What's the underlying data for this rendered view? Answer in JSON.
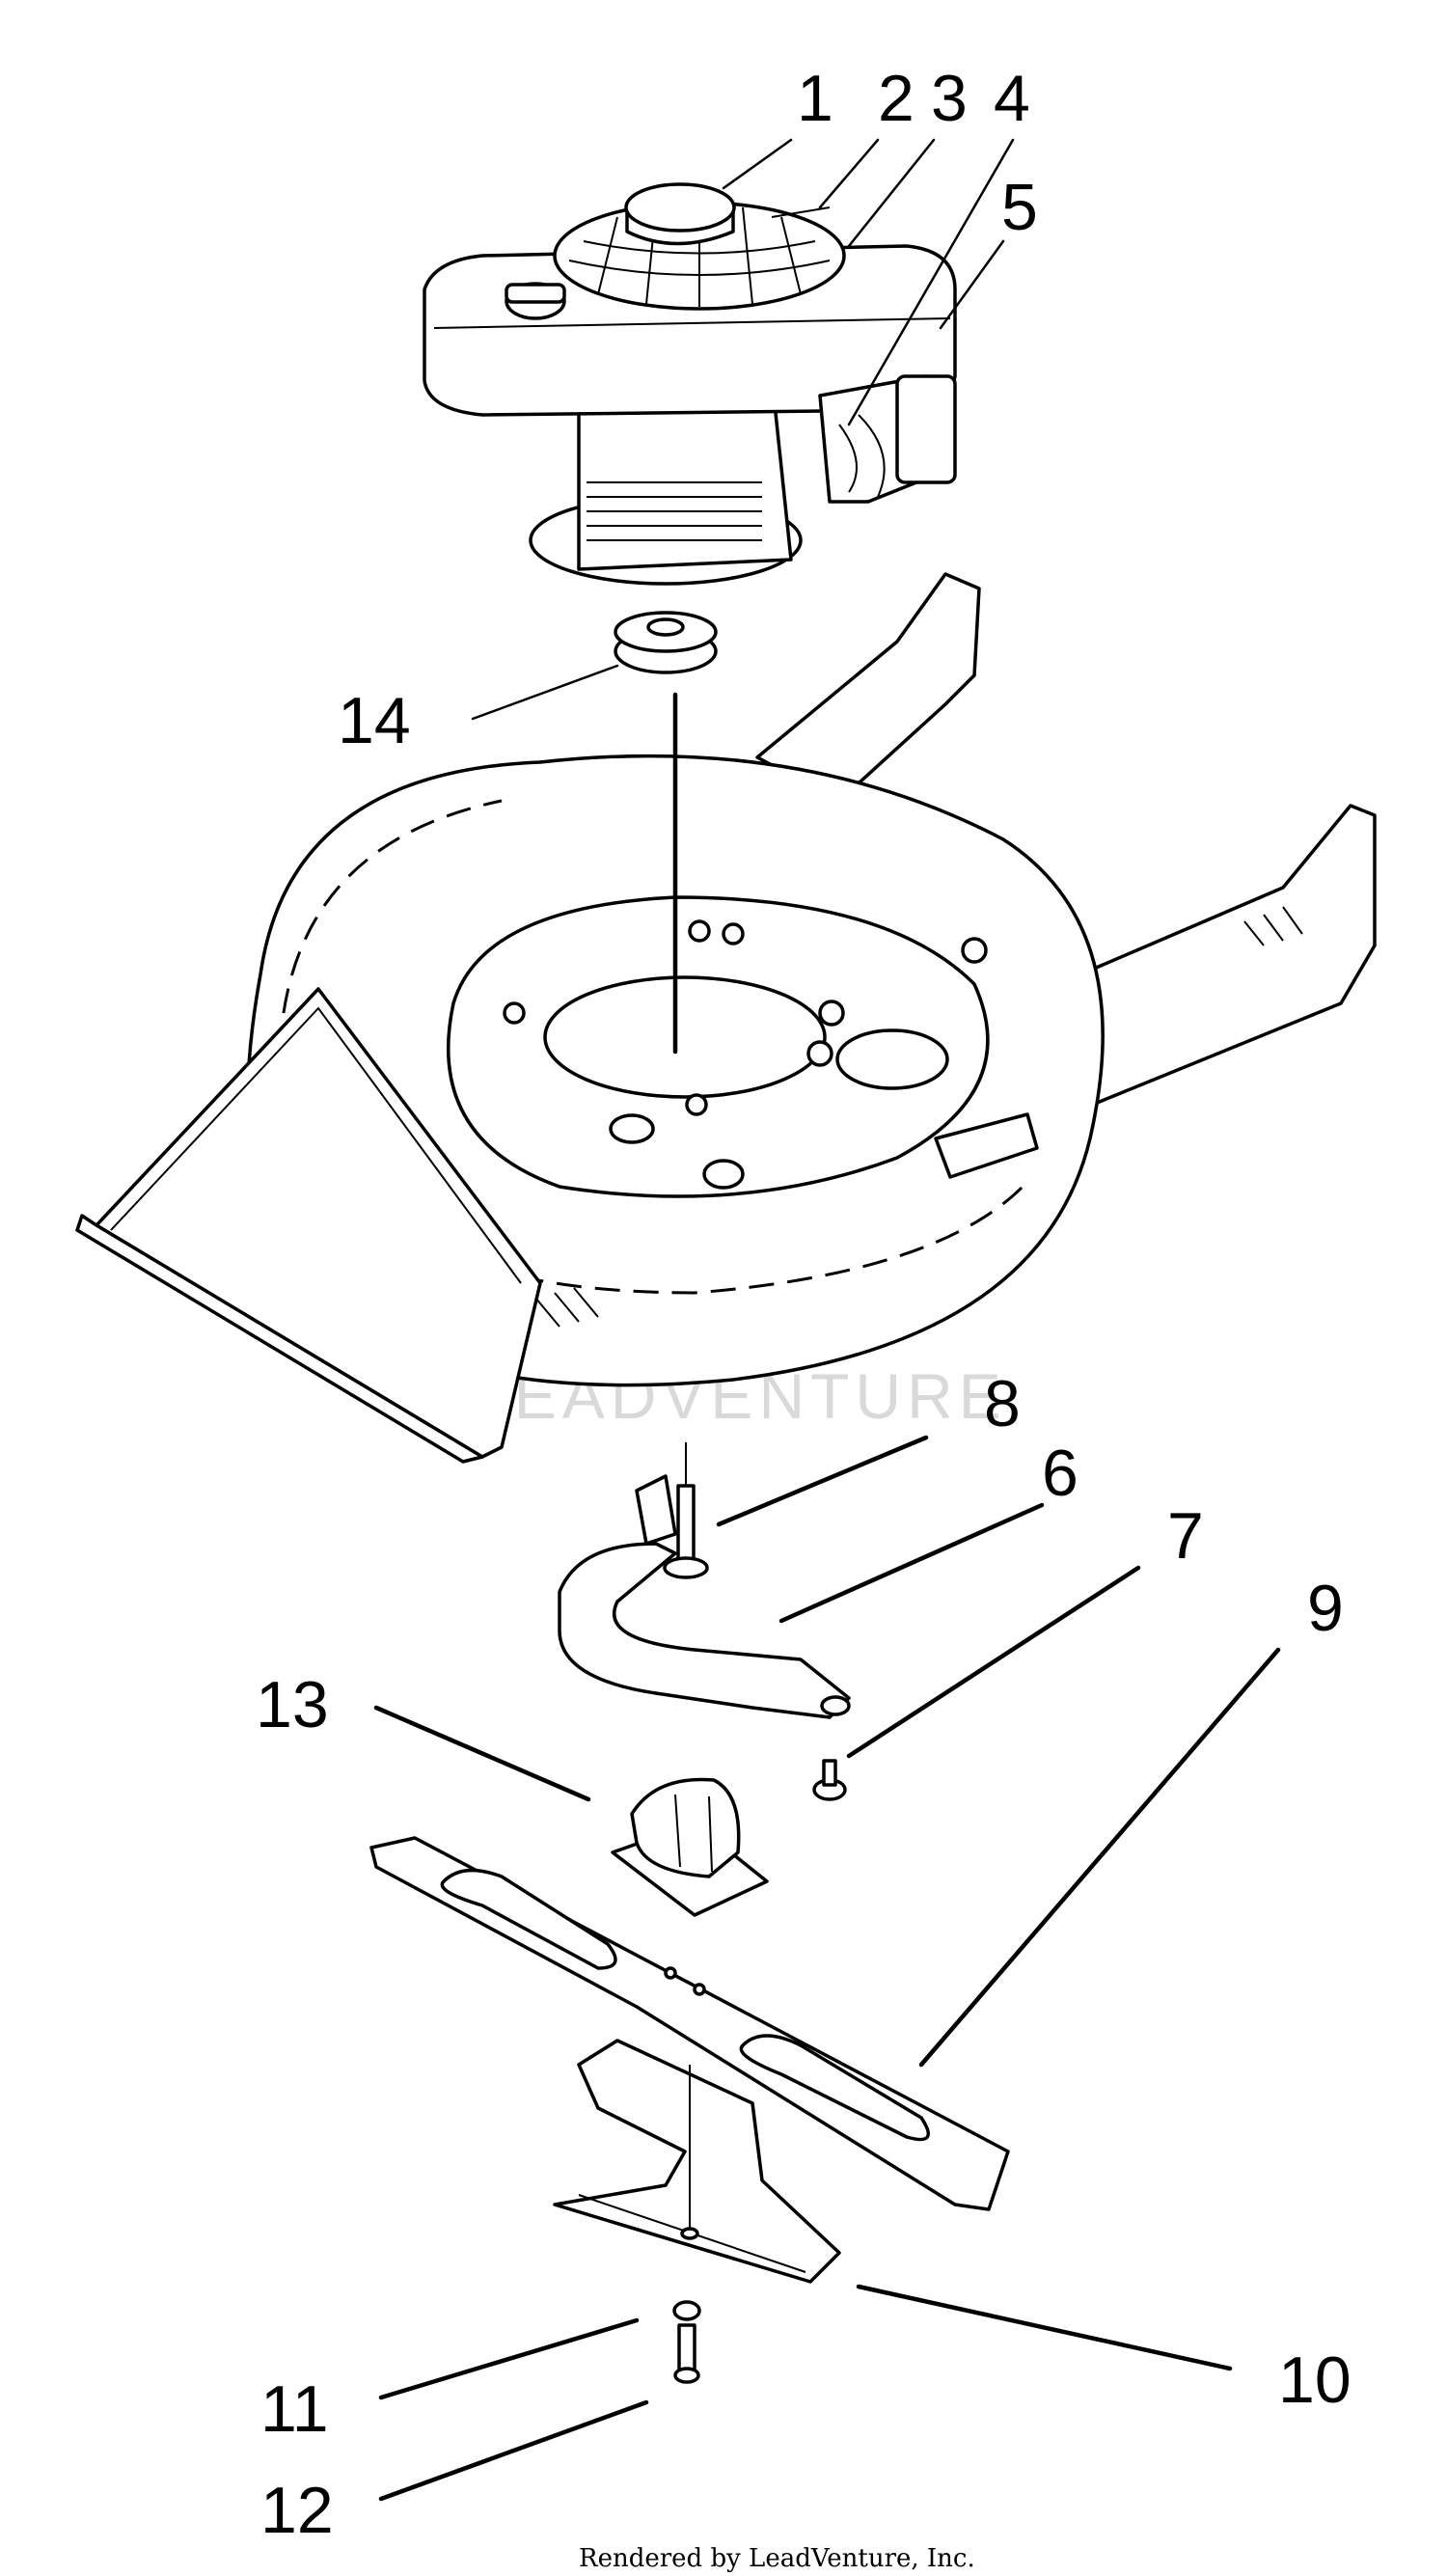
{
  "callouts": {
    "c1": "1",
    "c2": "2",
    "c3": "3",
    "c4": "4",
    "c5": "5",
    "c6": "6",
    "c7": "7",
    "c8": "8",
    "c9": "9",
    "c10": "10",
    "c11": "11",
    "c12": "12",
    "c13": "13",
    "c14": "14"
  },
  "watermark": "LEADVENTURE",
  "footer": "Rendered by LeadVenture, Inc."
}
